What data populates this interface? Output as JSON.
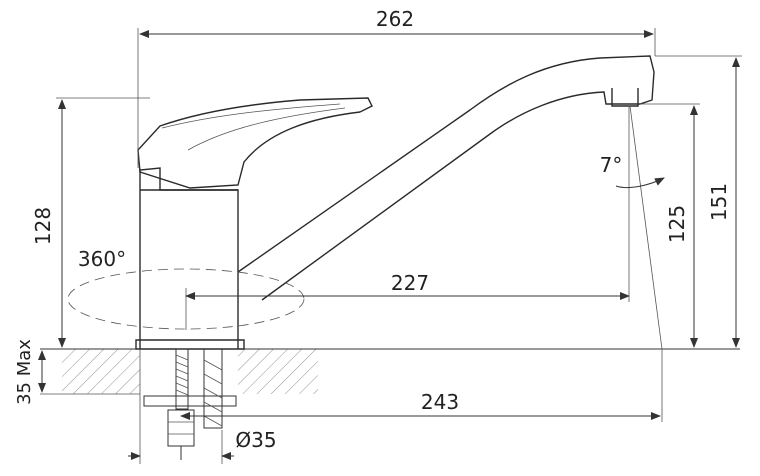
{
  "dimensions": {
    "width_top": "262",
    "height_handle": "128",
    "rotation": "360°",
    "reach": "227",
    "spray_angle": "7°",
    "height_outlet": "125",
    "height_total": "151",
    "mount_thickness": "35 Max",
    "base_reach": "243",
    "hole_diameter": "Ø35"
  },
  "colors": {
    "line": "#333333",
    "hatch": "#777777",
    "background": "#ffffff"
  }
}
